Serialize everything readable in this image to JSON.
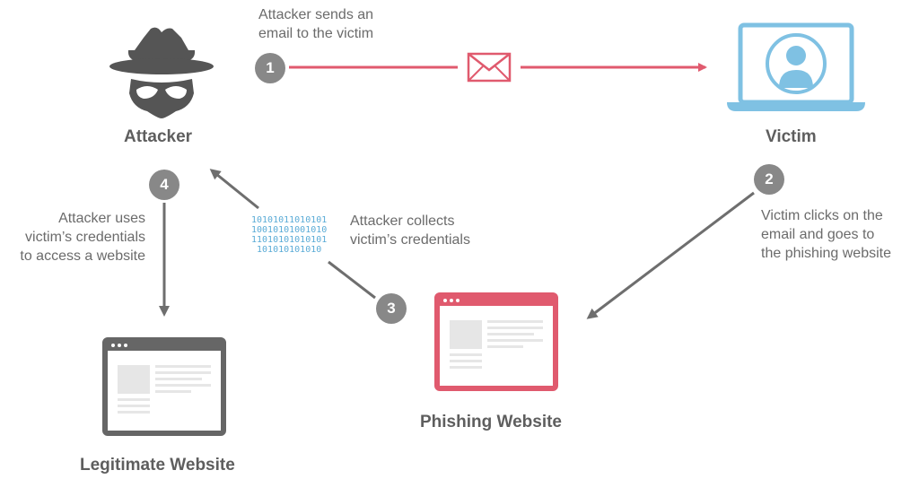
{
  "nodes": {
    "attacker": "Attacker",
    "victim": "Victim",
    "phishing": "Phishing Website",
    "legitimate": "Legitimate Website"
  },
  "steps": [
    {
      "num": "1",
      "text": "Attacker sends an\nemail to the victim"
    },
    {
      "num": "2",
      "text": "Victim clicks on the\nemail and goes to\nthe phishing website"
    },
    {
      "num": "3",
      "text": "Attacker collects\nvictim’s credentials"
    },
    {
      "num": "4",
      "text": "Attacker uses\nvictim’s credentials\nto access a website"
    }
  ],
  "binary": "10101011010101\n10010101001010\n11010101010101\n101010101010",
  "colors": {
    "phishing": "#e05a6e",
    "victim": "#7fc1e3",
    "attacker": "#555555",
    "legit": "#666666",
    "step_badge": "#888888",
    "arrow_gray": "#6e6e6e"
  },
  "icons": [
    "spy-icon",
    "envelope-icon",
    "laptop-user-icon",
    "browser-window-icon"
  ]
}
